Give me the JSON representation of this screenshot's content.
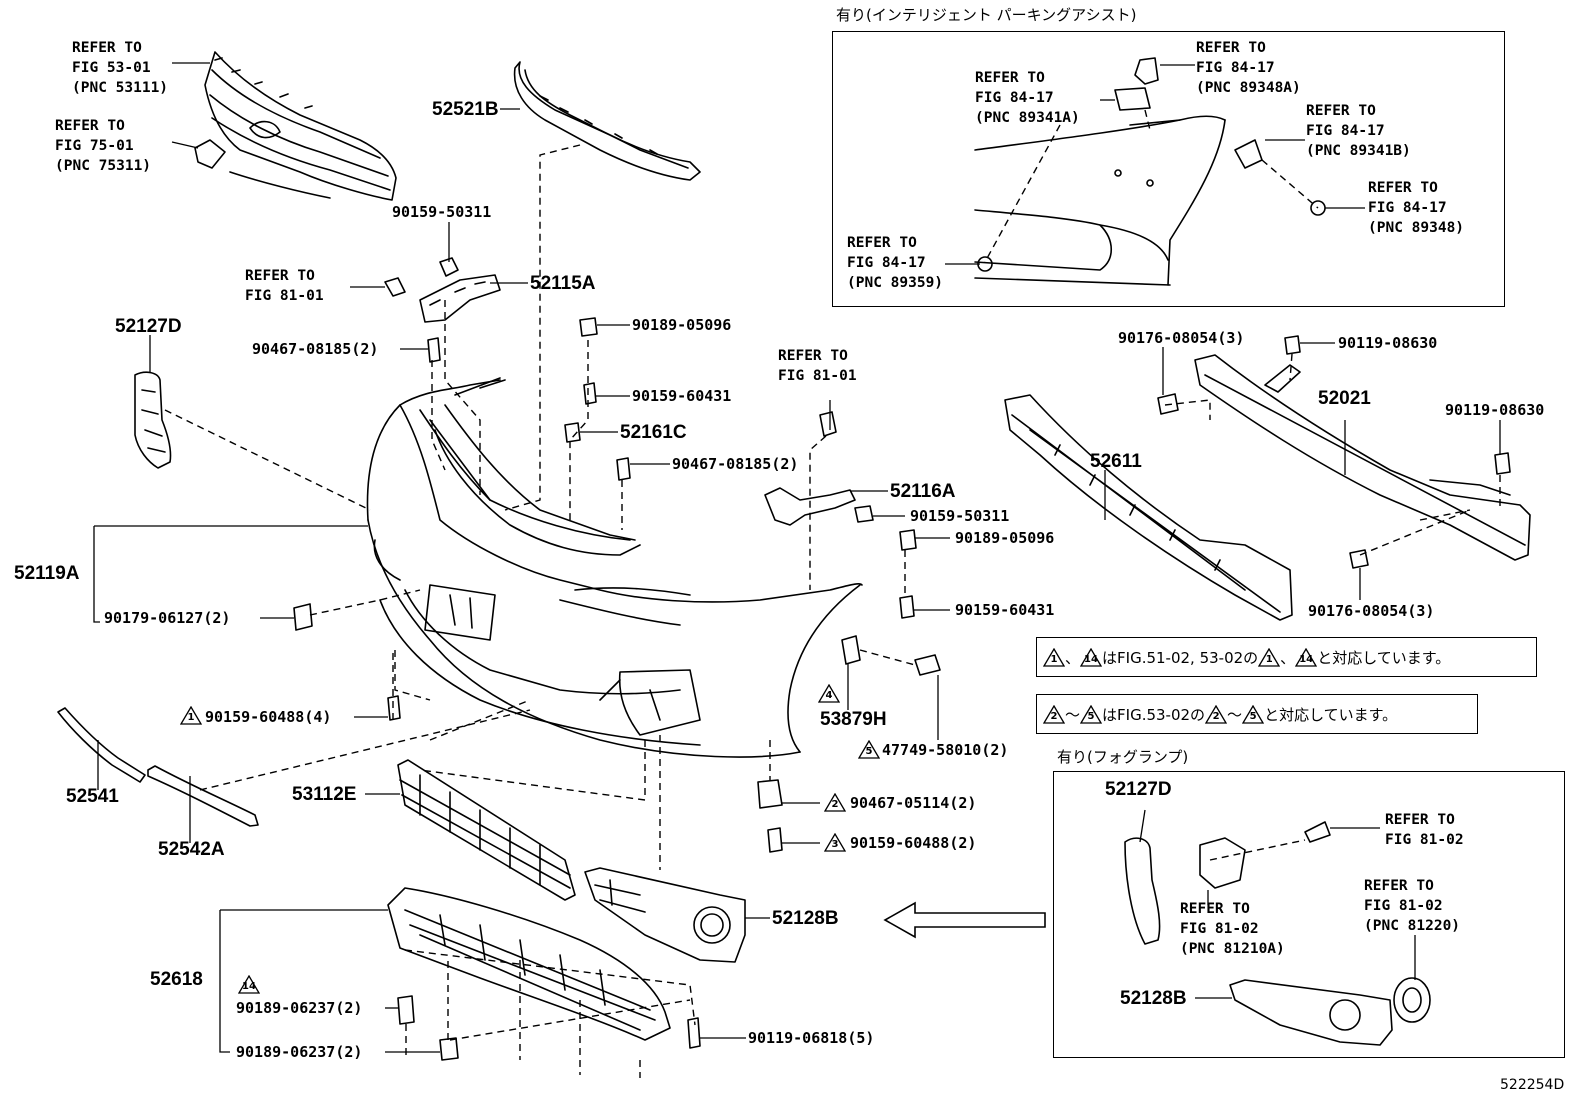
{
  "header": {
    "inset_top_title": "有り(インテリジェント パーキングアシスト)",
    "inset_bottom_title": "有り(フォグランプ)"
  },
  "refs": {
    "ref_53_01": "REFER TO\nFIG 53-01\n(PNC 53111)",
    "ref_75_01": "REFER TO\nFIG 75-01\n(PNC 75311)",
    "ref_81_01_a": "REFER TO\nFIG 81-01",
    "ref_81_01_b": "REFER TO\nFIG 81-01",
    "ref_84_89341a": "REFER TO\nFIG 84-17\n(PNC 89341A)",
    "ref_84_89348a": "REFER TO\nFIG 84-17\n(PNC 89348A)",
    "ref_84_89341b": "REFER TO\nFIG 84-17\n(PNC 89341B)",
    "ref_84_89348": "REFER TO\nFIG 84-17\n(PNC 89348)",
    "ref_84_89359": "REFER TO\nFIG 84-17\n(PNC 89359)",
    "ref_81_02_a": "REFER TO\nFIG 81-02",
    "ref_81_02_b": "REFER TO\nFIG 81-02\n(PNC 81220)",
    "ref_81_02_c": "REFER TO\nFIG 81-02\n(PNC 81210A)"
  },
  "parts": {
    "p52521b": "52521B",
    "p90159_50311_a": "90159-50311",
    "p52115a": "52115A",
    "p52127d": "52127D",
    "p90467_08185_a": "90467-08185(2)",
    "p90189_05096_a": "90189-05096",
    "p90159_60431_a": "90159-60431",
    "p52161c": "52161C",
    "p90467_08185_b": "90467-08185(2)",
    "p52119a": "52119A",
    "p90179_06127": "90179-06127(2)",
    "p90159_60488_4": "90159-60488(4)",
    "p52541": "52541",
    "p52542a": "52542A",
    "p53112e": "53112E",
    "p52618": "52618",
    "p90189_06237_a": "90189-06237(2)",
    "p90189_06237_b": "90189-06237(2)",
    "p90119_06818": "90119-06818(5)",
    "p52128b": "52128B",
    "p52116a": "52116A",
    "p90159_50311_b": "90159-50311",
    "p90189_05096_b": "90189-05096",
    "p90159_60431_b": "90159-60431",
    "p53879h": "53879H",
    "p47749_58010": "47749-58010(2)",
    "p90467_05114": "90467-05114(2)",
    "p90159_60488_2": "90159-60488(2)",
    "p90176_08054_a": "90176-08054(3)",
    "p90119_08630_a": "90119-08630",
    "p52021": "52021",
    "p90119_08630_b": "90119-08630",
    "p52611": "52611",
    "p90176_08054_b": "90176-08054(3)",
    "p52127d_fog": "52127D",
    "p52128b_fog": "52128B"
  },
  "markers": {
    "m1": "1",
    "m2": "2",
    "m3": "3",
    "m4": "4",
    "m5": "5",
    "m14": "14"
  },
  "notes": {
    "note1_text_a": "、",
    "note1_text_b": "はFIG.51-02, 53-02の",
    "note1_text_c": "、",
    "note1_text_d": "と対応しています。",
    "note2_text_a": "～",
    "note2_text_b": "はFIG.53-02の",
    "note2_text_c": "～",
    "note2_text_d": "と対応しています。"
  },
  "footer": {
    "figure_code": "522254D"
  }
}
